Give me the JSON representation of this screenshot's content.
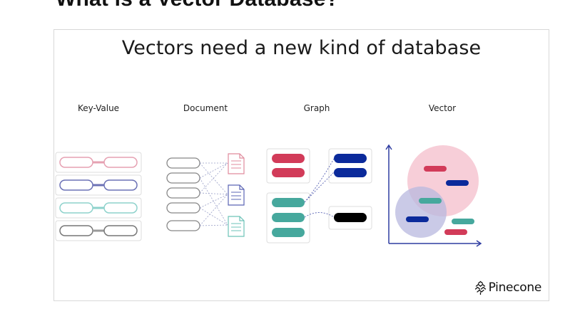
{
  "page": {
    "heading": "What is a Vector Database?"
  },
  "slide": {
    "title": "Vectors need a new kind of database",
    "columns": [
      {
        "label": "Key-Value"
      },
      {
        "label": "Document"
      },
      {
        "label": "Graph"
      },
      {
        "label": "Vector"
      }
    ],
    "brand": "Pinecone"
  },
  "colors": {
    "pink": "#d23b59",
    "navy": "#0b2a9b",
    "teal": "#46a89d",
    "black": "#000000",
    "pink_circle": "#f6c9d4",
    "purple_circle": "#c3c3e3",
    "kv_pink": "#e6a1b2",
    "kv_navy": "#6c72b6",
    "kv_teal": "#8ed2cc",
    "kv_gray": "#888888"
  },
  "icons": [
    "pinecone-logo-icon"
  ]
}
